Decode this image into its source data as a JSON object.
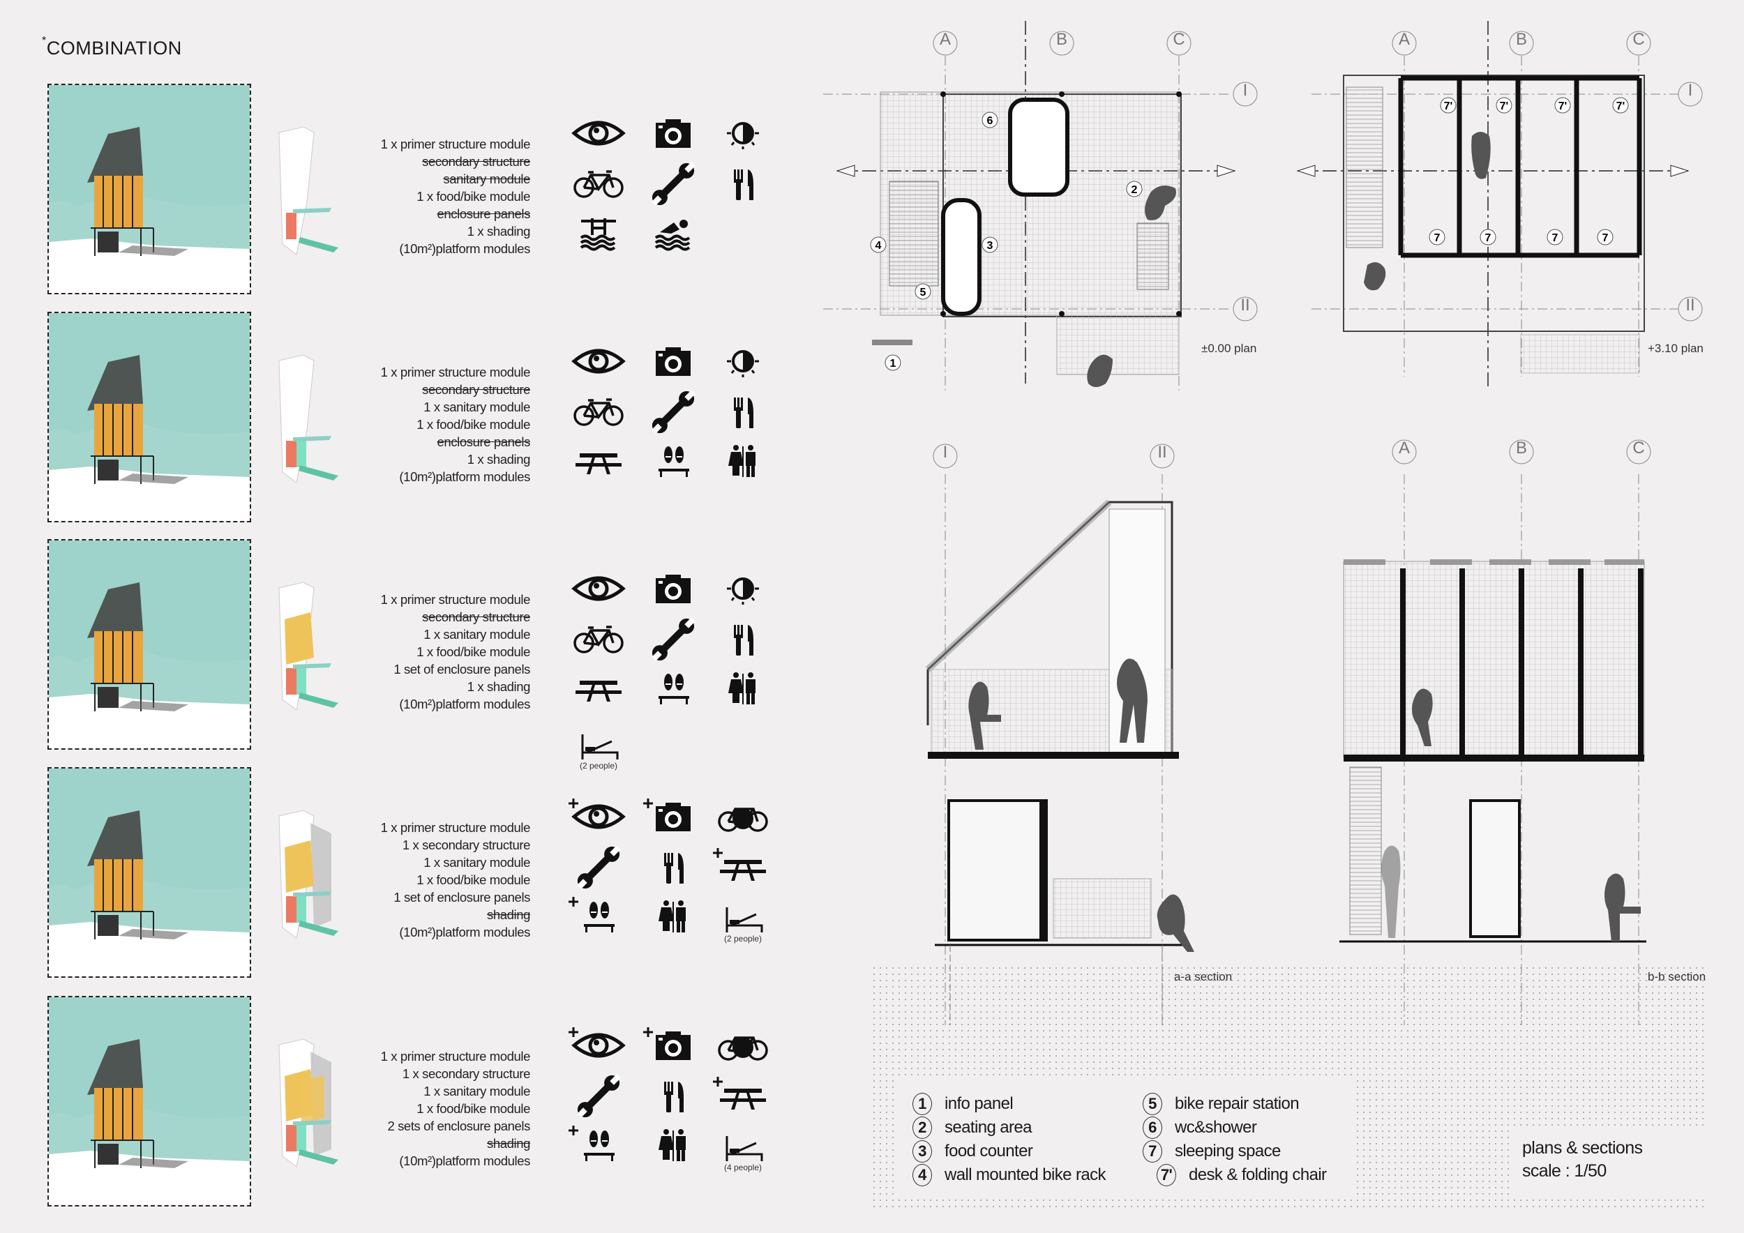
{
  "title": {
    "asterisk": "*",
    "text": "COMBINATION"
  },
  "combinations": [
    {
      "modules": [
        {
          "text": "1 x primer structure module",
          "struck": false
        },
        {
          "text": "secondary structure",
          "struck": true
        },
        {
          "text": "sanitary module",
          "struck": true
        },
        {
          "text": "1 x food/bike module",
          "struck": false
        },
        {
          "text": "enclosure panels",
          "struck": true
        },
        {
          "text": "1 x shading",
          "struck": false
        },
        {
          "text": "(10m²)platform modules",
          "struck": false
        }
      ],
      "icons": [
        {
          "name": "eye",
          "plus": false
        },
        {
          "name": "camera",
          "plus": false
        },
        {
          "name": "sun-half",
          "plus": false
        },
        {
          "name": "bicycle",
          "plus": false
        },
        {
          "name": "wrench",
          "plus": false
        },
        {
          "name": "cutlery",
          "plus": false
        },
        {
          "name": "pool-ladder",
          "plus": false
        },
        {
          "name": "swimmer",
          "plus": false
        }
      ],
      "note": null
    },
    {
      "modules": [
        {
          "text": "1 x primer structure module",
          "struck": false
        },
        {
          "text": "secondary structure",
          "struck": true
        },
        {
          "text": "1 x sanitary module",
          "struck": false
        },
        {
          "text": "1 x food/bike module",
          "struck": false
        },
        {
          "text": "enclosure panels",
          "struck": true
        },
        {
          "text": "1 x shading",
          "struck": false
        },
        {
          "text": "(10m²)platform modules",
          "struck": false
        }
      ],
      "icons": [
        {
          "name": "eye",
          "plus": false
        },
        {
          "name": "camera",
          "plus": false
        },
        {
          "name": "sun-half",
          "plus": false
        },
        {
          "name": "bicycle",
          "plus": false
        },
        {
          "name": "wrench",
          "plus": false
        },
        {
          "name": "cutlery",
          "plus": false
        },
        {
          "name": "picnic-table",
          "plus": false
        },
        {
          "name": "footprints",
          "plus": false
        },
        {
          "name": "toilet",
          "plus": false
        }
      ],
      "note": null
    },
    {
      "modules": [
        {
          "text": "1 x primer structure module",
          "struck": false
        },
        {
          "text": "secondary structure",
          "struck": true
        },
        {
          "text": "1 x sanitary module",
          "struck": false
        },
        {
          "text": "1 x food/bike module",
          "struck": false
        },
        {
          "text": "1 set of enclosure panels",
          "struck": false
        },
        {
          "text": "1 x shading",
          "struck": false
        },
        {
          "text": "(10m²)platform modules",
          "struck": false
        }
      ],
      "icons": [
        {
          "name": "eye",
          "plus": false
        },
        {
          "name": "camera",
          "plus": false
        },
        {
          "name": "sun-half",
          "plus": false
        },
        {
          "name": "bicycle",
          "plus": false
        },
        {
          "name": "wrench",
          "plus": false
        },
        {
          "name": "cutlery",
          "plus": false
        },
        {
          "name": "picnic-table",
          "plus": false
        },
        {
          "name": "footprints",
          "plus": false
        },
        {
          "name": "toilet",
          "plus": false
        },
        {
          "name": "bed",
          "plus": false
        }
      ],
      "note": "(2 people)"
    },
    {
      "modules": [
        {
          "text": "1 x primer structure module",
          "struck": false
        },
        {
          "text": "1 x secondary structure",
          "struck": false
        },
        {
          "text": "1 x sanitary module",
          "struck": false
        },
        {
          "text": "1 x food/bike module",
          "struck": false
        },
        {
          "text": "1 set of enclosure panels",
          "struck": false
        },
        {
          "text": "shading",
          "struck": true
        },
        {
          "text": "(10m²)platform modules",
          "struck": false
        }
      ],
      "icons": [
        {
          "name": "eye",
          "plus": true
        },
        {
          "name": "camera",
          "plus": true
        },
        {
          "name": "bicycle-parking",
          "plus": false
        },
        {
          "name": "wrench",
          "plus": false
        },
        {
          "name": "cutlery",
          "plus": false
        },
        {
          "name": "picnic-table",
          "plus": true
        },
        {
          "name": "footprints",
          "plus": true
        },
        {
          "name": "toilet",
          "plus": false
        },
        {
          "name": "bed",
          "plus": false
        }
      ],
      "note": "(2 people)"
    },
    {
      "modules": [
        {
          "text": "1 x primer structure module",
          "struck": false
        },
        {
          "text": "1 x secondary structure",
          "struck": false
        },
        {
          "text": "1 x sanitary module",
          "struck": false
        },
        {
          "text": "1 x food/bike module",
          "struck": false
        },
        {
          "text": "2 sets of enclosure panels",
          "struck": false
        },
        {
          "text": "shading",
          "struck": true
        },
        {
          "text": "(10m²)platform modules",
          "struck": false
        }
      ],
      "icons": [
        {
          "name": "eye",
          "plus": true
        },
        {
          "name": "camera",
          "plus": true
        },
        {
          "name": "bicycle-parking",
          "plus": false
        },
        {
          "name": "wrench",
          "plus": false
        },
        {
          "name": "cutlery",
          "plus": false
        },
        {
          "name": "picnic-table",
          "plus": true
        },
        {
          "name": "footprints",
          "plus": true
        },
        {
          "name": "toilet",
          "plus": false
        },
        {
          "name": "bed",
          "plus": false
        }
      ],
      "note": "(4 people)"
    }
  ],
  "drawings": {
    "axes": {
      "a": "A",
      "b": "B",
      "c": "C",
      "i": "I",
      "ii": "II"
    },
    "ground_plan_label": "±0.00 plan",
    "upper_plan_label": "+3.10 plan",
    "section_aa_label": "a-a section",
    "section_bb_label": "b-b section",
    "markers": {
      "m1": "1",
      "m2": "2",
      "m3": "3",
      "m4": "4",
      "m5": "5",
      "m6": "6",
      "m7": "7",
      "m7p": "7'"
    }
  },
  "legend": {
    "items": [
      {
        "num": "1",
        "label": "info panel"
      },
      {
        "num": "2",
        "label": "seating area"
      },
      {
        "num": "3",
        "label": "food counter"
      },
      {
        "num": "4",
        "label": "wall mounted bike rack"
      },
      {
        "num": "5",
        "label": "bike repair station"
      },
      {
        "num": "6",
        "label": "wc&shower"
      },
      {
        "num": "7",
        "label": "sleeping space"
      },
      {
        "num": "7'",
        "label": "desk & folding chair"
      }
    ],
    "scale_title": "plans & sections",
    "scale_value": "scale : 1/50"
  },
  "colors": {
    "teal": "#9dd3ca",
    "orange": "#e9a53c",
    "panel_yellow": "#eec45a",
    "red_module": "#ec7a62",
    "green_platform": "#5ec3a4",
    "background": "#f1eff0"
  }
}
